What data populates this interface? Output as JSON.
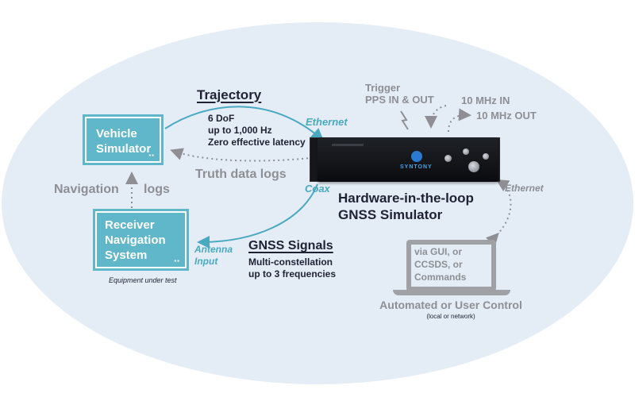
{
  "vehicle_simulator": {
    "line1": "Vehicle",
    "line2": "Simulator"
  },
  "receiver": {
    "line1": "Receiver",
    "line2": "Navigation",
    "line3": "System"
  },
  "equipment_caption": "Equipment under test",
  "trajectory": {
    "title": "Trajectory",
    "line1": "6 DoF",
    "line2": "up to 1,000 Hz",
    "line3": "Zero effective latency"
  },
  "truth_logs": "Truth data logs",
  "navigation_label": "Navigation",
  "logs_label": "logs",
  "ethernet_left": "Ethernet",
  "ethernet_right": "Ethernet",
  "coax": "Coax",
  "antenna_input": {
    "line1": "Antenna",
    "line2": "Input"
  },
  "gnss_signals": {
    "title": "GNSS Signals",
    "line1": "Multi-constellation",
    "line2": "up to 3 frequencies"
  },
  "simulator": {
    "line1": "Hardware-in-the-loop",
    "line2": "GNSS Simulator",
    "brand": "SYNTONY"
  },
  "trigger": {
    "line1": "Trigger",
    "line2": "PPS IN & OUT"
  },
  "mhz_in": "10 MHz IN",
  "mhz_out": "10 MHz OUT",
  "laptop": {
    "line1": "via GUI, or",
    "line2": "CCSDS, or",
    "line3": "Commands"
  },
  "control": {
    "title": "Automated or User Control",
    "subtitle": "(local or network)"
  },
  "colors": {
    "background": "#e4edf6",
    "accent": "#5fb7c9",
    "text_dark": "#1f2233",
    "text_gray": "#8d8f94"
  }
}
